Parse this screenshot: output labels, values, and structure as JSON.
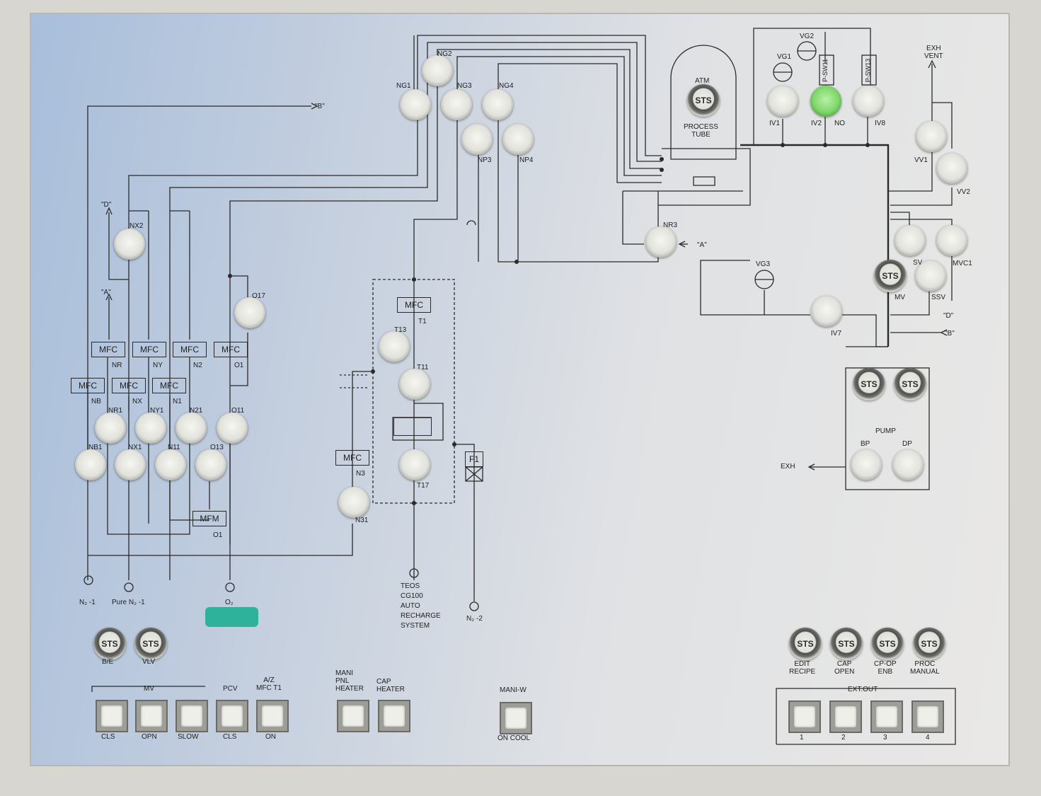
{
  "labels": {
    "b_arrow_top": "\"B\"",
    "d_arrow_left": "\"D\"",
    "a_arrow_left": "\"A\"",
    "ng1": "NG1",
    "ng2": "NG2",
    "ng3": "NG3",
    "ng4": "NG4",
    "np3": "NP3",
    "np4": "NP4",
    "atm": "ATM",
    "process_tube": "PROCESS\nTUBE",
    "vg1": "VG1",
    "vg2": "VG2",
    "vg3": "VG3",
    "psw11": "P-SW11",
    "psw13": "P-SW13",
    "iv1": "IV1",
    "iv2": "IV2",
    "no": "NO",
    "iv8": "IV8",
    "iv7": "IV7",
    "exh_vent": "EXH\nVENT",
    "vv1": "VV1",
    "vv2": "VV2",
    "nr3": "NR3",
    "a_arrow_nr3": "\"A\"",
    "sv": "SV",
    "mvc1": "MVC1",
    "mv": "MV",
    "ssv": "SSV",
    "d_arrow_right": "\"D\"",
    "b_arrow_right": "\"B\"",
    "pump": "PUMP",
    "bp": "BP",
    "dp": "DP",
    "exh": "EXH",
    "nx2": "NX2",
    "o17": "O17",
    "nr": "NR",
    "ny": "NY",
    "n2": "N2",
    "o1_top": "O1",
    "nb": "NB",
    "nx": "NX",
    "n1": "N1",
    "nr1": "NR1",
    "ny1": "NY1",
    "n21": "N21",
    "o11": "O11",
    "nb1": "NB1",
    "nx1": "NX1",
    "n11": "N11",
    "o13": "O13",
    "o1_mfm": "O1",
    "t1": "T1",
    "t13": "T13",
    "t11": "T11",
    "t17": "T17",
    "n3": "N3",
    "n31": "N31",
    "f1": "F1",
    "n2_1": "N₂ -1",
    "pure_n2_1": "Pure N₂ -1",
    "o2": "O₂",
    "n2_2": "N₂ -2",
    "teos": "TEOS\nCG100\nAUTO\nRECHARGE\nSYSTEM",
    "be": "B/E",
    "vlv": "VLV",
    "mv_group": "MV",
    "pcv": "PCV",
    "az_mfc": "A/Z\nMFC T1",
    "cls1": "CLS",
    "opn": "OPN",
    "slow": "SLOW",
    "cls2": "CLS",
    "on": "ON",
    "mani_pnl": "MANI\nPNL\nHEATER",
    "cap_heater": "CAP\nHEATER",
    "mani_w": "MANI-W",
    "on_cool": "ON COOL",
    "edit_recipe": "EDIT\nRECIPE",
    "cap_open": "CAP\nOPEN",
    "cp_op": "CP-OP\nENB",
    "proc_manual": "PROC\nMANUAL",
    "ext_out": "EXT.OUT",
    "e1": "1",
    "e2": "2",
    "e3": "3",
    "e4": "4"
  },
  "boxes": {
    "mfc": "MFC",
    "mfm": "MFM",
    "sts": "STS"
  },
  "colors": {
    "panel_blue": "#a8bedb",
    "panel_silver": "#e9e8e6",
    "line": "#2a2a2a",
    "lit_green": "#7fd66a",
    "tag_teal": "#2fb29b"
  }
}
